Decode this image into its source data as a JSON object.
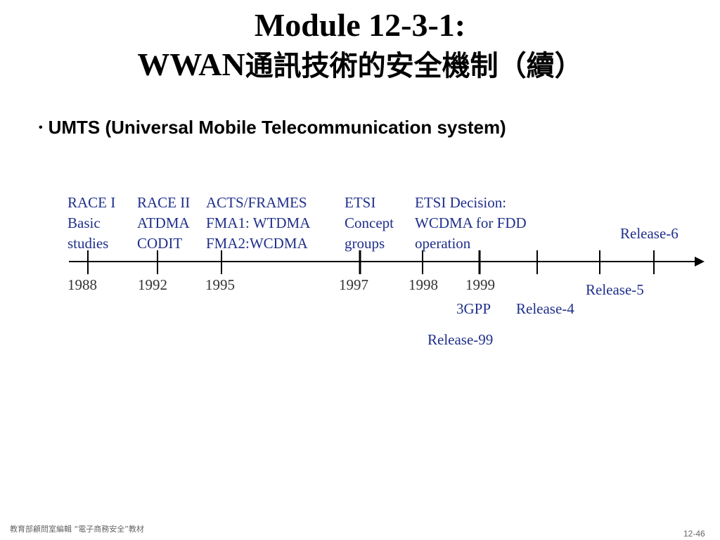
{
  "slide": {
    "title_line1": "Module 12-3-1:",
    "title_latin": "WWAN",
    "title_cjk": "通訊技術的安全機制（續）",
    "bullet": "UMTS (Universal Mobile Telecommunication system)"
  },
  "timeline": {
    "milestones": [
      {
        "lines": [
          "RACE I",
          "Basic",
          "studies"
        ]
      },
      {
        "lines": [
          "RACE II",
          "ATDMA",
          "CODIT"
        ]
      },
      {
        "lines": [
          "ACTS/FRAMES",
          "FMA1: WTDMA",
          "FMA2:WCDMA"
        ]
      },
      {
        "lines": [
          "ETSI",
          "Concept",
          "groups"
        ]
      },
      {
        "lines": [
          "ETSI Decision:",
          "WCDMA for FDD",
          "operation"
        ]
      }
    ],
    "years": [
      "1988",
      "1992",
      "1995",
      "1997",
      "1998",
      "1999"
    ],
    "releases": {
      "gpp": "3GPP",
      "r99": "Release-99",
      "r4": "Release-4",
      "r5": "Release-5",
      "r6": "Release-6"
    }
  },
  "footer": {
    "left": "教育部顧問室編輯 “電子商務安全”教材",
    "page": "12-46"
  }
}
